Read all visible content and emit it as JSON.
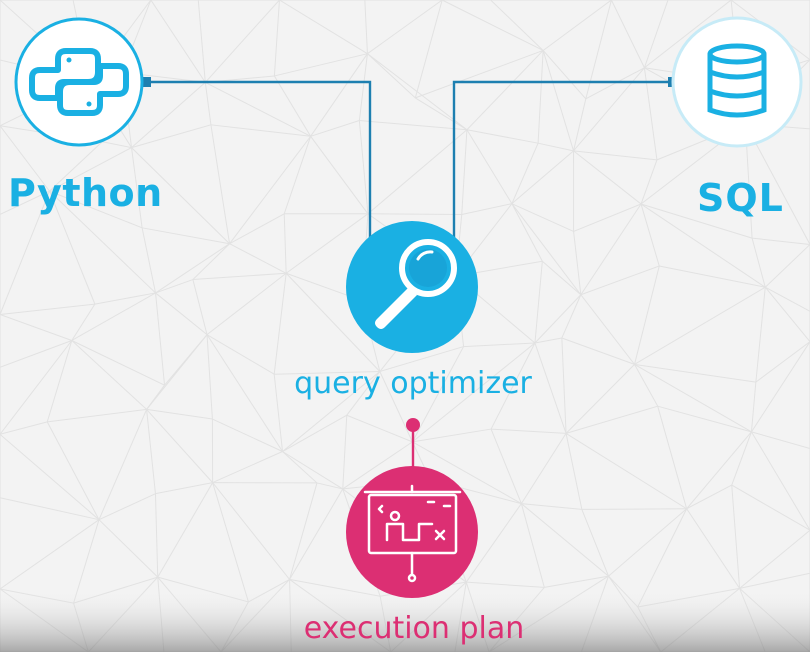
{
  "nodes": {
    "python": {
      "label": "Python",
      "icon": "python-logo-icon",
      "style": "outline"
    },
    "sql": {
      "label": "SQL",
      "icon": "database-icon",
      "style": "outline"
    },
    "optimizer": {
      "label": "query optimizer",
      "icon": "magnifying-glass-icon",
      "style": "filled"
    },
    "plan": {
      "label": "execution plan",
      "icon": "strategy-board-icon",
      "style": "filled"
    }
  },
  "colors": {
    "primary": "#1ab0e3",
    "accent": "#dc2f73",
    "line": "#1d7fb0",
    "background": "#f3f3f3"
  }
}
